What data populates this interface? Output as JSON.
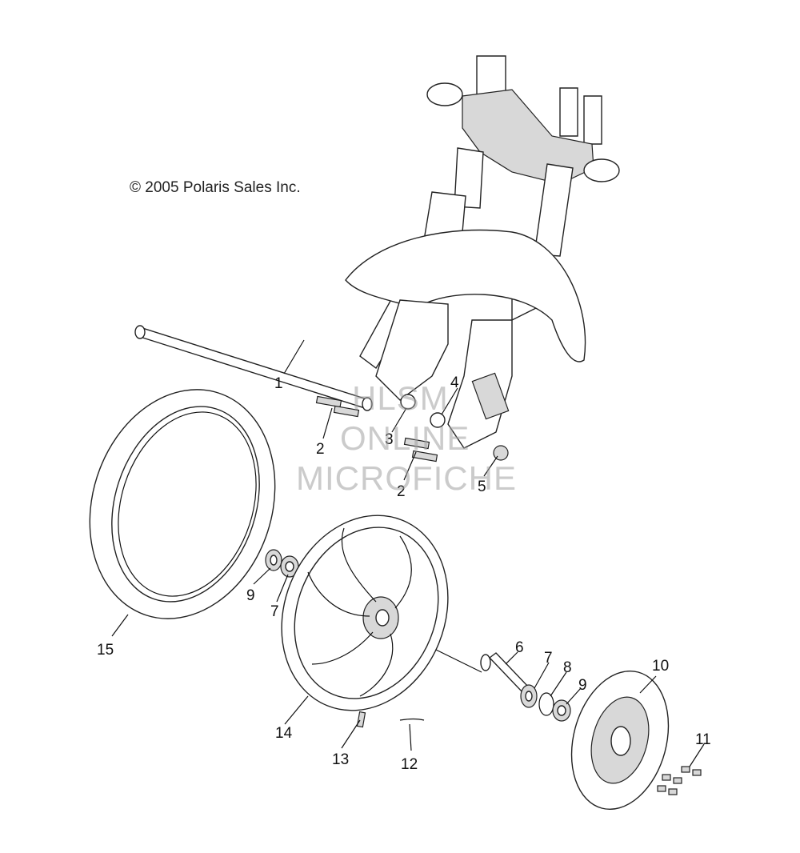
{
  "copyright": "© 2005 Polaris Sales Inc.",
  "watermark": {
    "line1": "HLSM",
    "line2": "ONLINE",
    "line3": "MICROFICHE"
  },
  "callouts": [
    {
      "id": "c1",
      "label": "1"
    },
    {
      "id": "c2a",
      "label": "2"
    },
    {
      "id": "c2b",
      "label": "2"
    },
    {
      "id": "c3",
      "label": "3"
    },
    {
      "id": "c4",
      "label": "4"
    },
    {
      "id": "c5",
      "label": "5"
    },
    {
      "id": "c6",
      "label": "6"
    },
    {
      "id": "c7a",
      "label": "7"
    },
    {
      "id": "c7b",
      "label": "7"
    },
    {
      "id": "c8",
      "label": "8"
    },
    {
      "id": "c9a",
      "label": "9"
    },
    {
      "id": "c9b",
      "label": "9"
    },
    {
      "id": "c10",
      "label": "10"
    },
    {
      "id": "c11",
      "label": "11"
    },
    {
      "id": "c12",
      "label": "12"
    },
    {
      "id": "c13",
      "label": "13"
    },
    {
      "id": "c14",
      "label": "14"
    },
    {
      "id": "c15",
      "label": "15"
    }
  ]
}
